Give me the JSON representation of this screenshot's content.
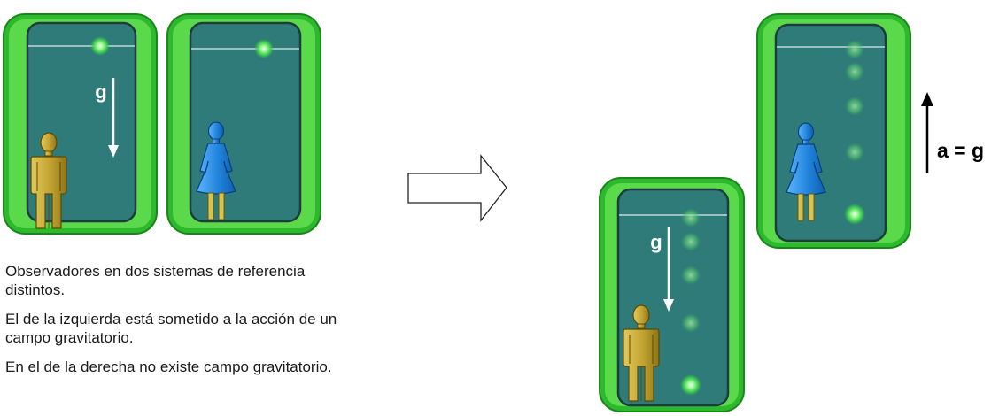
{
  "labels": {
    "gravity_left": "g",
    "gravity_bottom": "g",
    "acceleration": "a = g"
  },
  "caption": {
    "p1": "Observadores en dos sistemas de referencia distintos.",
    "p2": "El de la izquierda está sometido a la acción de un campo gravitatorio.",
    "p3": "En el de la derecha no existe campo gravitatorio."
  },
  "colors": {
    "frame_outer": "#2db82d",
    "frame_inner": "#58dc46",
    "cabin": "#2e7b7a",
    "man": "#c4a838",
    "woman": "#2e8fe0",
    "ball": "#7cf27c"
  }
}
